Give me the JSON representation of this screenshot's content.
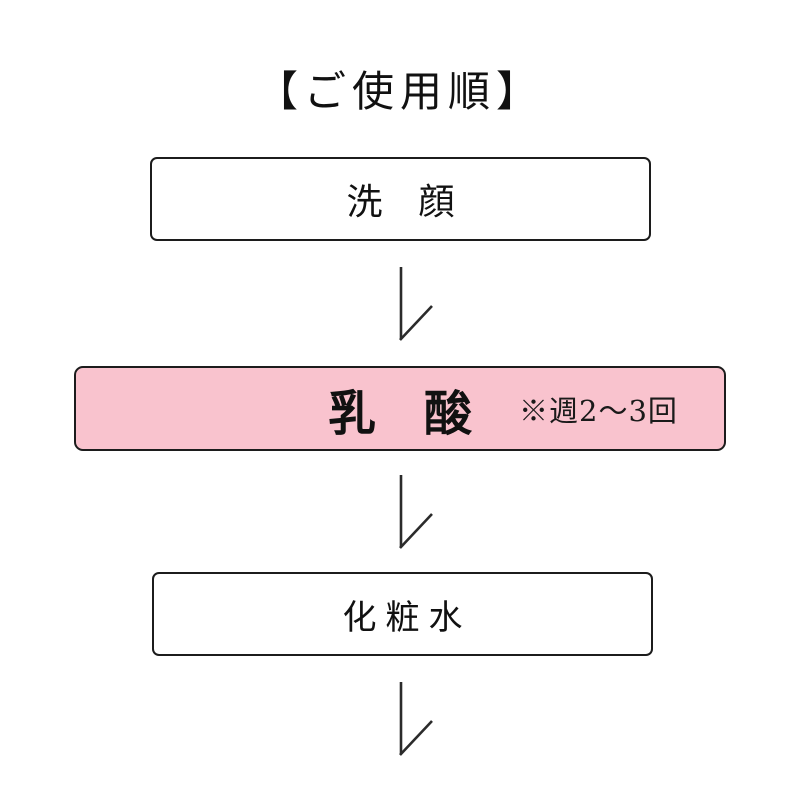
{
  "title": "【ご使用順】",
  "steps": [
    {
      "id": "face-wash",
      "label": "洗　顔",
      "highlighted": false
    },
    {
      "id": "lactic-acid",
      "label": "乳　酸",
      "highlighted": true,
      "note": "※週2〜3回"
    },
    {
      "id": "toner",
      "label": "化粧水",
      "highlighted": false
    }
  ],
  "colors": {
    "highlight_bg": "#f9c3ce",
    "box_border": "#1c1c1c",
    "arrow": "#2b2b2b",
    "background": "#ffffff"
  }
}
